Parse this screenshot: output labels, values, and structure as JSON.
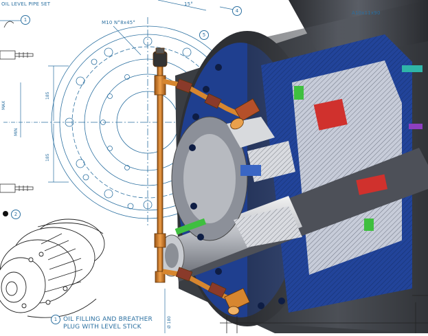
{
  "labels": {
    "oil_level_pipe_set": "OIL LEVEL PIPE SET",
    "m10_thread": "M10 N°8x45°",
    "angle_15": "15°",
    "a10_spec": "A10x11x90",
    "oil_filling_line1": "OIL FILLING AND BREATHER",
    "oil_filling_line2": "PLUG WITH LEVEL STICK",
    "dim_185_upper": "185",
    "dim_185_lower": "185",
    "dim_phi": "Ø 180",
    "dim_max": "MAX",
    "dim_min": "MIN"
  },
  "badges": {
    "b1_top": "1",
    "b4": "4",
    "b5": "5",
    "b2": "2",
    "b1_bottom": "1"
  },
  "colors": {
    "blueprint": "#2a6fa0",
    "housing_dark": "#3a3d42",
    "housing_blue": "#1f3f8f",
    "copper": "#d7862f",
    "accent_red": "#d0312d",
    "accent_green": "#3fbf3f"
  }
}
